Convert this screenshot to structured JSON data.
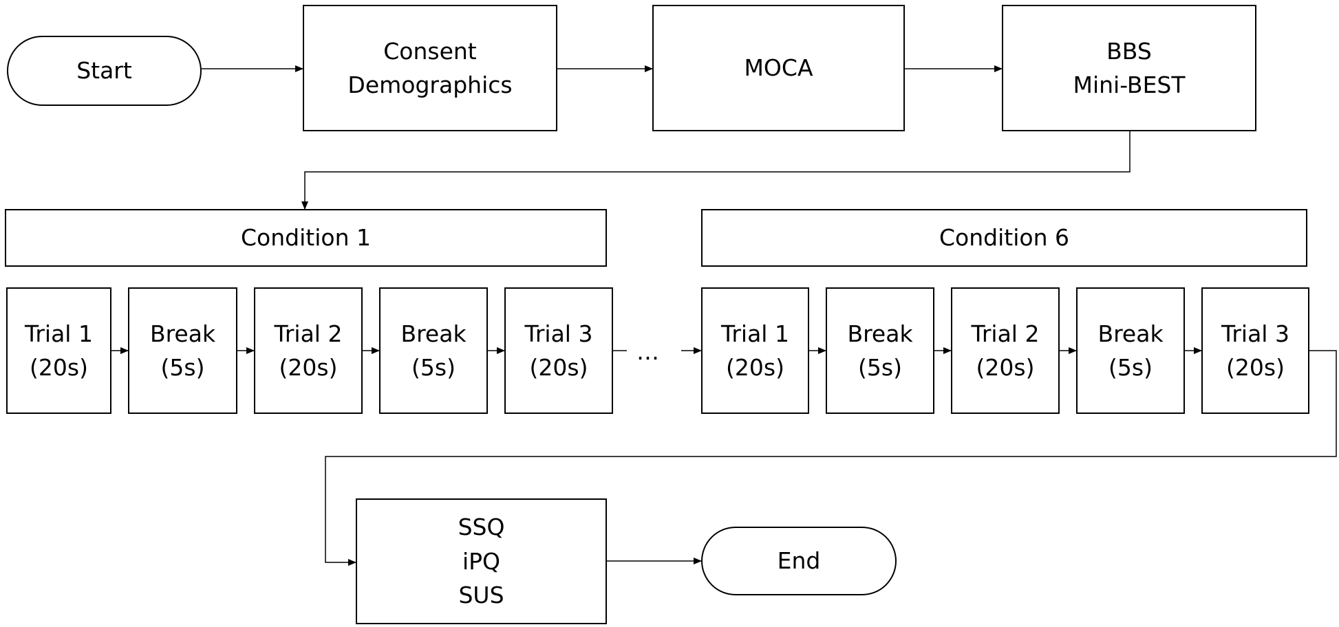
{
  "colors": {
    "stroke": "#000000",
    "fill": "#ffffff",
    "text": "#000000"
  },
  "nodes": {
    "start": {
      "text": "Start"
    },
    "consent": {
      "line1": "Consent",
      "line2": "Demographics"
    },
    "moca": {
      "text": "MOCA"
    },
    "bbs": {
      "line1": "BBS",
      "line2": "Mini-BEST"
    },
    "condition1": {
      "text": "Condition 1"
    },
    "condition6": {
      "text": "Condition 6"
    },
    "c1_trial1": {
      "line1": "Trial 1",
      "line2": "(20s)"
    },
    "c1_break1": {
      "line1": "Break",
      "line2": "(5s)"
    },
    "c1_trial2": {
      "line1": "Trial 2",
      "line2": "(20s)"
    },
    "c1_break2": {
      "line1": "Break",
      "line2": "(5s)"
    },
    "c1_trial3": {
      "line1": "Trial 3",
      "line2": "(20s)"
    },
    "ellipsis": "…",
    "c6_trial1": {
      "line1": "Trial 1",
      "line2": "(20s)"
    },
    "c6_break1": {
      "line1": "Break",
      "line2": "(5s)"
    },
    "c6_trial2": {
      "line1": "Trial 2",
      "line2": "(20s)"
    },
    "c6_break2": {
      "line1": "Break",
      "line2": "(5s)"
    },
    "c6_trial3": {
      "line1": "Trial 3",
      "line2": "(20s)"
    },
    "questionnaires": {
      "line1": "SSQ",
      "line2": "iPQ",
      "line3": "SUS"
    },
    "end": {
      "text": "End"
    }
  }
}
